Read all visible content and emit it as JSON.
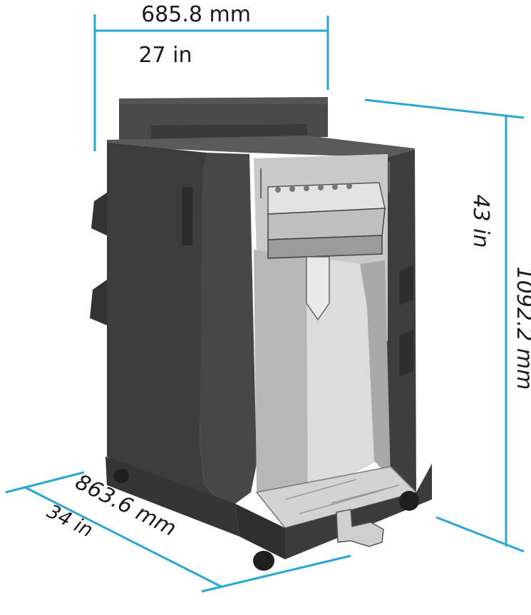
{
  "dimensions": {
    "width": {
      "metric": "685.8 mm",
      "imperial": "27 in"
    },
    "height": {
      "metric": "1092.2 mm",
      "imperial": "43 in"
    },
    "depth": {
      "metric": "863.6 mm",
      "imperial": "34 in"
    }
  },
  "colors": {
    "dimension_line": "#2aa6d4",
    "body_dark": "#3c3c3c",
    "body_mid": "#4e4e4e",
    "interior_light": "#d9d9d9",
    "interior_mid": "#a9a9a9"
  }
}
